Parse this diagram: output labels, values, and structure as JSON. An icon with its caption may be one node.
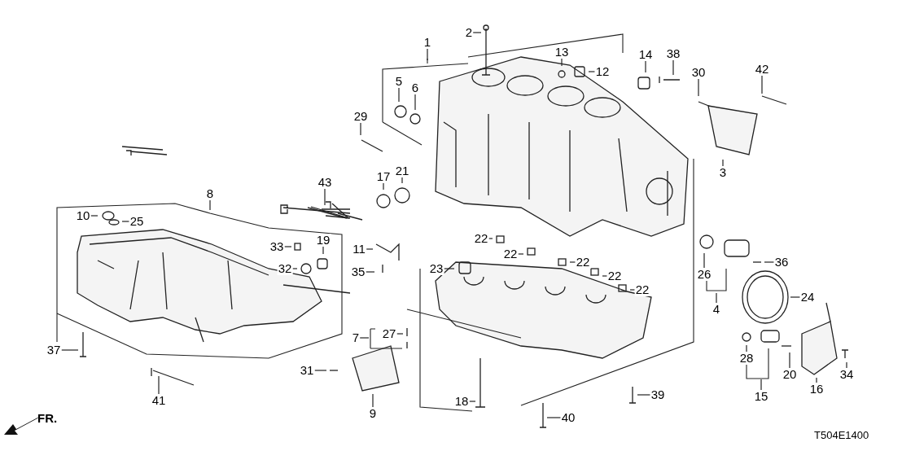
{
  "diagram": {
    "nodes": [
      {
        "text": [
          "1"
        ]
      },
      {
        "text": [
          "2"
        ]
      },
      {
        "text": [
          "3"
        ]
      },
      {
        "text": [
          "4"
        ]
      },
      {
        "text": [
          "5"
        ]
      },
      {
        "text": [
          "6"
        ]
      },
      {
        "text": [
          "7"
        ]
      },
      {
        "text": [
          "8"
        ]
      },
      {
        "text": [
          "9"
        ]
      },
      {
        "text": [
          "10"
        ]
      },
      {
        "text": [
          "11"
        ]
      },
      {
        "text": [
          "12"
        ]
      },
      {
        "text": [
          "13"
        ]
      },
      {
        "text": [
          "14"
        ]
      },
      {
        "text": [
          "15"
        ]
      },
      {
        "text": [
          "16"
        ]
      },
      {
        "text": [
          "17"
        ]
      },
      {
        "text": [
          "18"
        ]
      },
      {
        "text": [
          "19"
        ]
      },
      {
        "text": [
          "20"
        ]
      },
      {
        "text": [
          "21"
        ]
      },
      {
        "text": [
          "22"
        ]
      },
      {
        "text": [
          "22"
        ]
      },
      {
        "text": [
          "22"
        ]
      },
      {
        "text": [
          "22"
        ]
      },
      {
        "text": [
          "22"
        ]
      },
      {
        "text": [
          "23"
        ]
      },
      {
        "text": [
          "24"
        ]
      },
      {
        "text": [
          "25"
        ]
      },
      {
        "text": [
          "26"
        ]
      },
      {
        "text": [
          "27"
        ]
      },
      {
        "text": [
          "28"
        ]
      },
      {
        "text": [
          "29"
        ]
      },
      {
        "text": [
          "30"
        ]
      },
      {
        "text": [
          "31"
        ]
      },
      {
        "text": [
          "32"
        ]
      },
      {
        "text": [
          "33"
        ]
      },
      {
        "text": [
          "34"
        ]
      },
      {
        "text": [
          "35"
        ]
      },
      {
        "text": [
          "36"
        ]
      },
      {
        "text": [
          "37"
        ]
      },
      {
        "text": [
          "38"
        ]
      },
      {
        "text": [
          "39"
        ]
      },
      {
        "text": [
          "40"
        ]
      },
      {
        "text": [
          "41"
        ]
      },
      {
        "text": [
          "42"
        ]
      },
      {
        "text": [
          "43"
        ]
      }
    ],
    "edges": [
      {
        "from": 0,
        "to": null,
        "arrow": "none"
      },
      {
        "from": 1,
        "to": null,
        "arrow": "none"
      },
      {
        "from": 2,
        "to": null,
        "arrow": "none"
      },
      {
        "from": 3,
        "to": null,
        "arrow": "none"
      },
      {
        "from": 4,
        "to": null,
        "arrow": "none"
      },
      {
        "from": 5,
        "to": null,
        "arrow": "none"
      },
      {
        "from": 6,
        "to": null,
        "arrow": "none"
      },
      {
        "from": 7,
        "to": null,
        "arrow": "none"
      },
      {
        "from": 8,
        "to": null,
        "arrow": "none"
      },
      {
        "from": 9,
        "to": null,
        "arrow": "none"
      },
      {
        "from": 10,
        "to": null,
        "arrow": "none"
      },
      {
        "from": 11,
        "to": null,
        "arrow": "none"
      },
      {
        "from": 12,
        "to": null,
        "arrow": "none"
      },
      {
        "from": 13,
        "to": null,
        "arrow": "none"
      },
      {
        "from": 14,
        "to": null,
        "arrow": "none"
      },
      {
        "from": 15,
        "to": null,
        "arrow": "none"
      },
      {
        "from": 16,
        "to": null,
        "arrow": "none"
      },
      {
        "from": 17,
        "to": null,
        "arrow": "none"
      },
      {
        "from": 18,
        "to": null,
        "arrow": "none"
      },
      {
        "from": 19,
        "to": null,
        "arrow": "none"
      },
      {
        "from": 20,
        "to": null,
        "arrow": "none"
      },
      {
        "from": 21,
        "to": null,
        "arrow": "none"
      },
      {
        "from": 22,
        "to": null,
        "arrow": "none"
      },
      {
        "from": 23,
        "to": null,
        "arrow": "none"
      },
      {
        "from": 24,
        "to": null,
        "arrow": "none"
      },
      {
        "from": 25,
        "to": null,
        "arrow": "none"
      },
      {
        "from": 26,
        "to": null,
        "arrow": "none"
      },
      {
        "from": 27,
        "to": null,
        "arrow": "none"
      },
      {
        "from": 28,
        "to": null,
        "arrow": "none"
      },
      {
        "from": 29,
        "to": null,
        "arrow": "none"
      },
      {
        "from": 30,
        "to": null,
        "arrow": "none"
      },
      {
        "from": 31,
        "to": null,
        "arrow": "none"
      },
      {
        "from": 32,
        "to": null,
        "arrow": "none"
      },
      {
        "from": 33,
        "to": null,
        "arrow": "none"
      },
      {
        "from": 34,
        "to": null,
        "arrow": "none"
      },
      {
        "from": 35,
        "to": null,
        "arrow": "none"
      },
      {
        "from": 36,
        "to": null,
        "arrow": "none"
      },
      {
        "from": 37,
        "to": null,
        "arrow": "none"
      },
      {
        "from": 38,
        "to": null,
        "arrow": "none"
      },
      {
        "from": 39,
        "to": null,
        "arrow": "none"
      },
      {
        "from": 40,
        "to": null,
        "arrow": "none"
      },
      {
        "from": 41,
        "to": null,
        "arrow": "none"
      },
      {
        "from": 42,
        "to": null,
        "arrow": "none"
      },
      {
        "from": 43,
        "to": null,
        "arrow": "none"
      },
      {
        "from": 44,
        "to": null,
        "arrow": "none"
      },
      {
        "from": 45,
        "to": null,
        "arrow": "none"
      },
      {
        "from": 46,
        "to": null,
        "arrow": "none"
      }
    ],
    "labels": [
      "FR.",
      "T504E1400"
    ]
  }
}
